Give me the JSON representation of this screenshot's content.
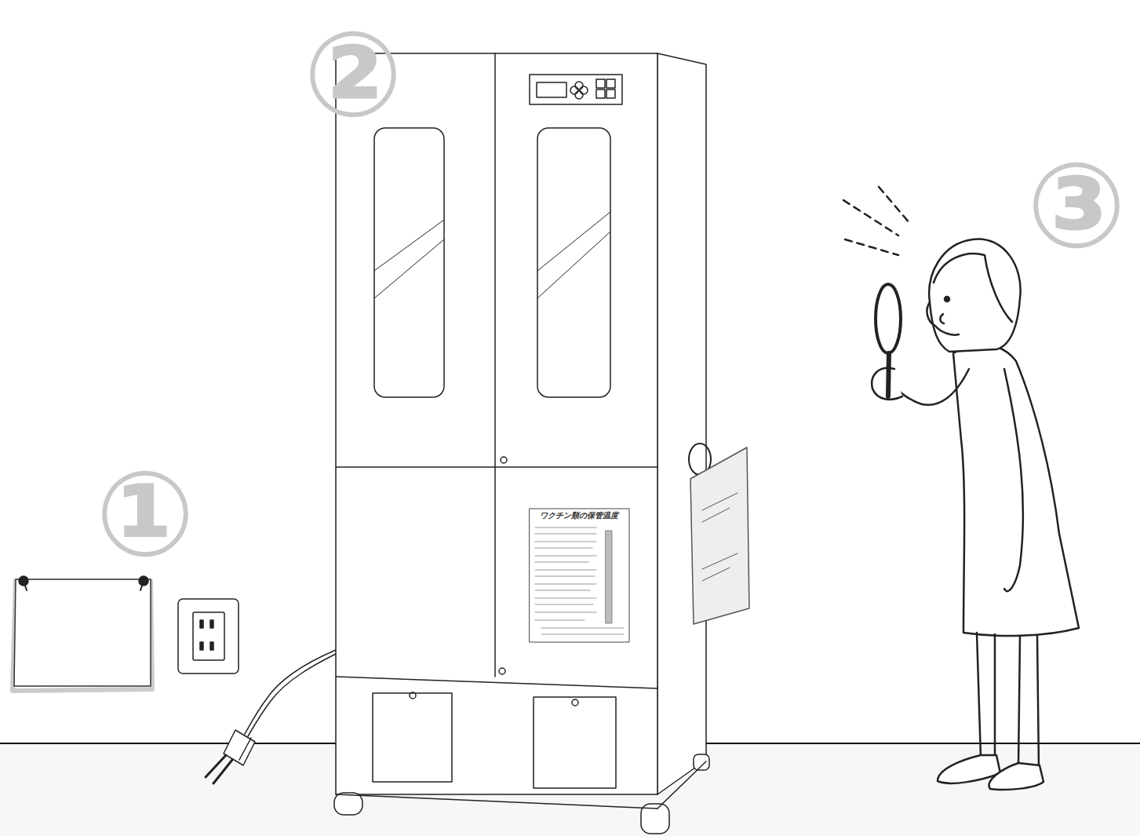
{
  "diagram": {
    "labels": [
      "①",
      "②",
      "③",
      "ワクチン類の保管温度"
    ]
  }
}
